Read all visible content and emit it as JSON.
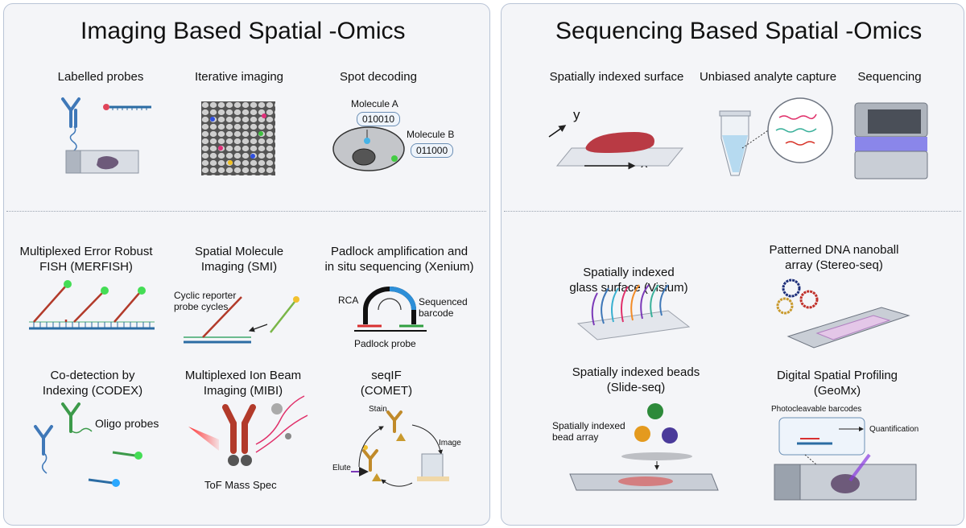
{
  "imaging": {
    "title": "Imaging Based Spatial -Omics",
    "overview": {
      "labelled_probes": "Labelled probes",
      "iterative_imaging": "Iterative imaging",
      "spot_decoding": "Spot decoding",
      "molecule_a": "Molecule A",
      "code_a": "010010",
      "molecule_b": "Molecule B",
      "code_b": "011000"
    },
    "methods": {
      "merfish": "Multiplexed Error Robust\nFISH (MERFISH)",
      "smi": "Spatial Molecule\nImaging (SMI)",
      "xenium": "Padlock amplification and\nin situ sequencing (Xenium)",
      "codex": "Co-detection by\nIndexing (CODEX)",
      "mibi": "Multiplexed Ion Beam\nImaging (MIBI)",
      "comet": "seqIF\n(COMET)"
    },
    "annotations": {
      "cyclic_reporter": "Cyclic reporter\nprobe cycles",
      "rca": "RCA",
      "sequenced_barcode": "Sequenced\nbarcode",
      "padlock_probe": "Padlock probe",
      "oligo_probes": "Oligo probes",
      "tof": "ToF Mass Spec",
      "stain": "Stain",
      "image": "Image",
      "elute": "Elute"
    }
  },
  "sequencing": {
    "title": "Sequencing Based Spatial -Omics",
    "overview": {
      "surface": "Spatially indexed surface",
      "capture": "Unbiased analyte capture",
      "sequencing": "Sequencing",
      "axis_y": "y",
      "axis_x": "x"
    },
    "methods": {
      "visium": "Spatially indexed\nglass surface (Visium)",
      "stereo": "Patterned DNA nanoball\narray (Stereo-seq)",
      "slide": "Spatially indexed beads\n(Slide-seq)",
      "geomx": "Digital Spatial Profiling\n(GeoMx)"
    },
    "annotations": {
      "bead_array": "Spatially indexed\nbead array",
      "photocleavable": "Photocleavable barcodes",
      "quantification": "Quantification"
    }
  },
  "colors": {
    "panel_bg": "#f4f5f8",
    "panel_border": "#b9c4d6",
    "antibody_blue": "#3f78b8",
    "probe_red": "#b23a2a",
    "probe_green": "#4caf50",
    "tissue_red": "#b93a44"
  }
}
